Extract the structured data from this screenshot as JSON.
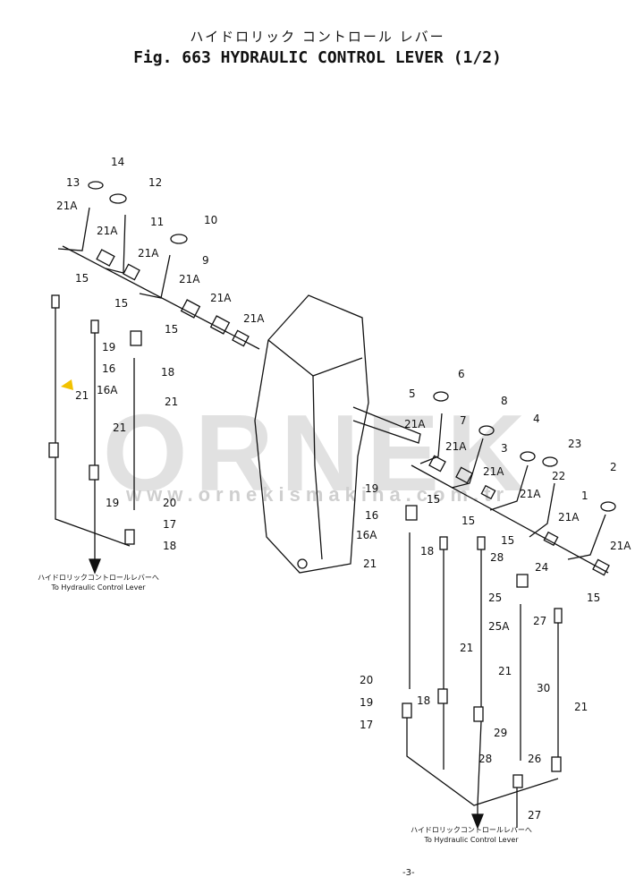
{
  "header": {
    "title_jp": "ハイドロリック コントロール レバー",
    "title_en": "Fig. 663 HYDRAULIC CONTROL LEVER (1/2)"
  },
  "watermark": {
    "brand": "ORNEK",
    "url": "www.ornekismakina.com.tr"
  },
  "notes": {
    "left_jp": "ハイドロリックコントロールレバーへ",
    "left_en": "To Hydraulic Control Lever",
    "right_jp": "ハイドロリックコントロールレバーへ",
    "right_en": "To Hydraulic Control Lever"
  },
  "footer": {
    "mark": "-3-"
  },
  "part_labels": {
    "left": [
      "14",
      "13",
      "12",
      "21A",
      "21A",
      "11",
      "10",
      "21A",
      "15",
      "9",
      "21A",
      "15",
      "21A",
      "21A",
      "15",
      "19",
      "16",
      "16A",
      "18",
      "21",
      "21",
      "21",
      "19",
      "20",
      "17",
      "18"
    ],
    "right": [
      "6",
      "5",
      "8",
      "21A",
      "7",
      "4",
      "21A",
      "3",
      "23",
      "21A",
      "22",
      "2",
      "21A",
      "19",
      "15",
      "1",
      "16",
      "15",
      "21A",
      "21A",
      "18",
      "16A",
      "15",
      "24",
      "15",
      "21",
      "28",
      "25",
      "25A",
      "27",
      "21",
      "21",
      "20",
      "30",
      "19",
      "18",
      "17",
      "21",
      "29",
      "28",
      "26",
      "27"
    ]
  },
  "colors": {
    "ink": "#111111",
    "watermark": "#d8d8d8",
    "accent": "#f2c200"
  }
}
